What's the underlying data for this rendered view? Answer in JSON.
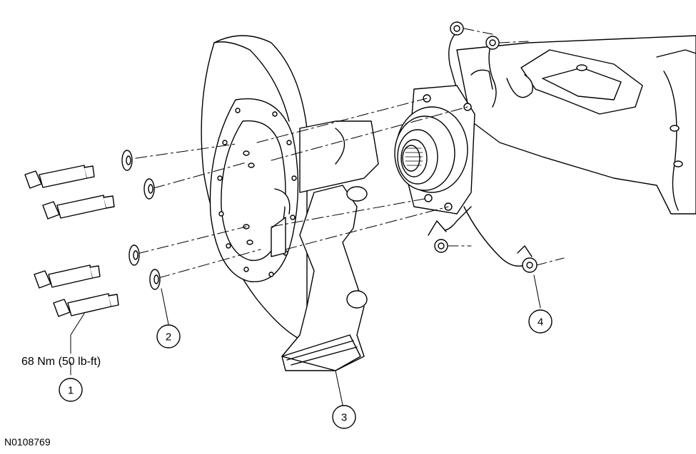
{
  "figure": {
    "id": "N0108769",
    "torque_spec": "68 Nm (50 lb-ft)",
    "callouts": [
      "1",
      "2",
      "3",
      "4"
    ]
  },
  "colors": {
    "line": "#000000",
    "background": "#ffffff",
    "part_fill": "#ffffff"
  }
}
